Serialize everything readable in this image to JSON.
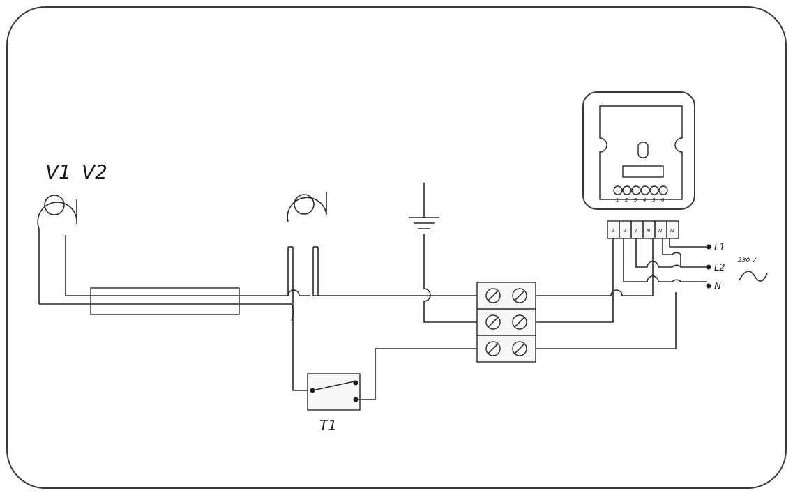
{
  "fans": {
    "v1_label": "V1",
    "v2_label": "V2"
  },
  "switch": {
    "label": "T1"
  },
  "supply": {
    "voltage_label": "230 V",
    "line1_label": "L1",
    "line2_label": "L2",
    "neutral_label": "N"
  },
  "controller": {
    "contact_numbers": [
      "1",
      "2",
      "3",
      "4",
      "5",
      "6"
    ],
    "terminal_labels": [
      "⏚",
      "⏚",
      "L",
      "N",
      "N",
      "N"
    ]
  },
  "colors": {
    "wire": "#2a2a2a",
    "frame": "#3a3a3a",
    "terminal_fill": "#f7f7f7"
  }
}
